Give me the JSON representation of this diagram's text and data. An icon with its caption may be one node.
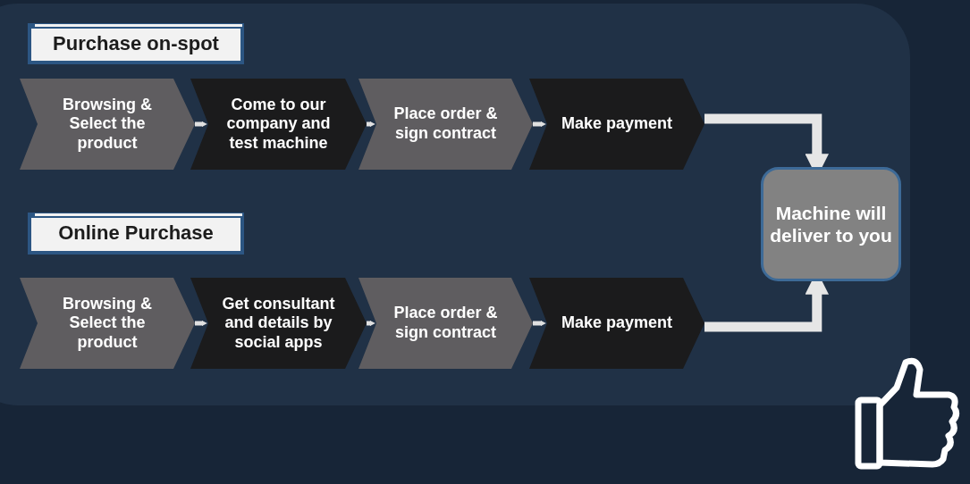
{
  "diagram": {
    "nodes": [
      {
        "text": [
          "Purchase on-spot"
        ]
      },
      {
        "text": [
          "Browsing & Select the product"
        ]
      },
      {
        "text": [
          "Come to our company and test machine"
        ]
      },
      {
        "text": [
          "Place order & sign contract"
        ]
      },
      {
        "text": [
          "Make payment"
        ]
      },
      {
        "text": [
          "Online Purchase"
        ]
      },
      {
        "text": [
          "Browsing & Select the product"
        ]
      },
      {
        "text": [
          "Get consultant and details by social apps"
        ]
      },
      {
        "text": [
          "Place order & sign contract"
        ]
      },
      {
        "text": [
          "Make payment"
        ]
      },
      {
        "text": [
          "Machine will deliver to you"
        ]
      }
    ],
    "edges": [
      {
        "from": 1,
        "to": 2,
        "arrow": "to"
      },
      {
        "from": 2,
        "to": 3,
        "arrow": "to"
      },
      {
        "from": 3,
        "to": 4,
        "arrow": "to"
      },
      {
        "from": 4,
        "to": 10,
        "arrow": "to",
        "style": "thick"
      },
      {
        "from": 6,
        "to": 7,
        "arrow": "to"
      },
      {
        "from": 7,
        "to": 8,
        "arrow": "to"
      },
      {
        "from": 8,
        "to": 9,
        "arrow": "to"
      },
      {
        "from": 9,
        "to": 10,
        "arrow": "to",
        "style": "thick"
      }
    ]
  }
}
